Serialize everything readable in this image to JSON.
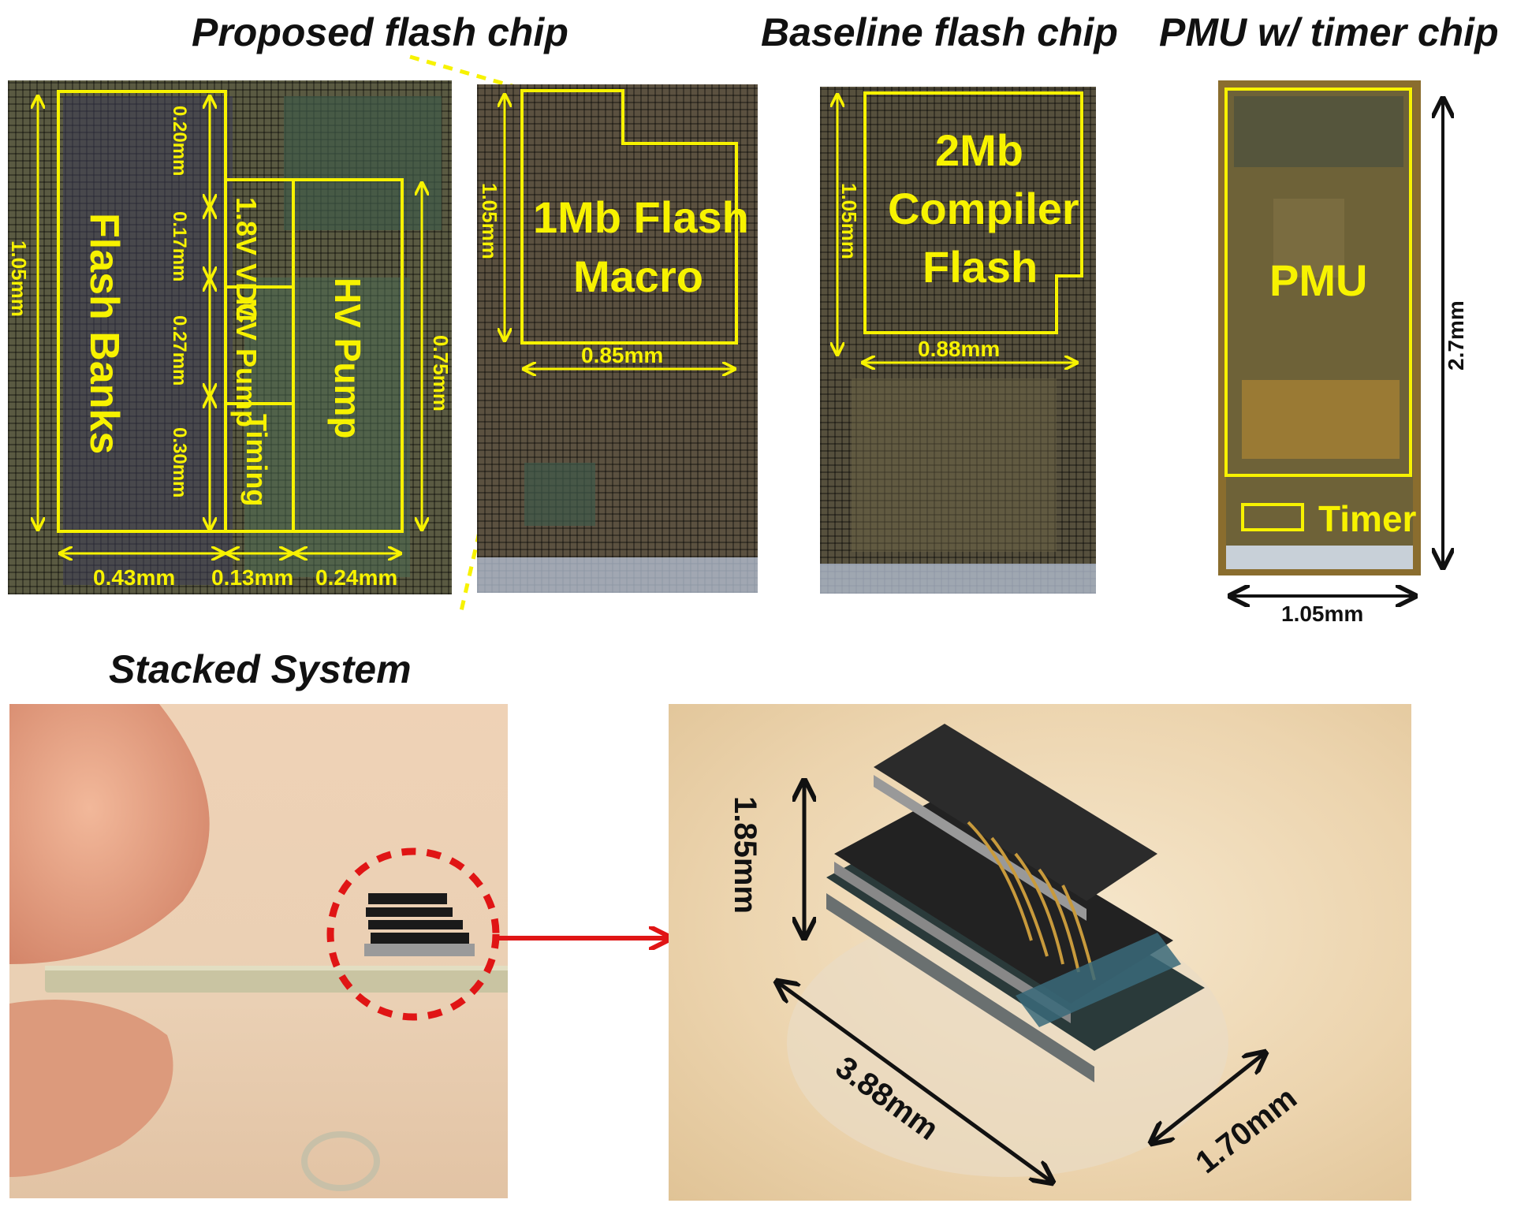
{
  "titles": {
    "proposed": "Proposed flash chip",
    "baseline": "Baseline flash chip",
    "pmu": "PMU w/ timer chip",
    "stacked": "Stacked System"
  },
  "proposed_layout": {
    "flash_banks": "Flash Banks",
    "vdc": "1.8V VDC",
    "mv_pump": "MV Pump",
    "timing": "Timing",
    "hv_pump": "HV Pump",
    "height": "1.05mm",
    "right_height": "0.75mm",
    "seg_1": "0.20mm",
    "seg_2": "0.17mm",
    "seg_3": "0.27mm",
    "seg_4": "0.30mm",
    "w_1": "0.43mm",
    "w_2": "0.13mm",
    "w_3": "0.24mm"
  },
  "proposed_zoom": {
    "macro_line1": "1Mb Flash",
    "macro_line2": "Macro",
    "height": "1.05mm",
    "width": "0.85mm"
  },
  "baseline": {
    "line1": "2Mb",
    "line2": "Compiler",
    "line3": "Flash",
    "height": "1.05mm",
    "width": "0.88mm"
  },
  "pmu_chip": {
    "pmu": "PMU",
    "timer": "Timer",
    "height": "2.7mm",
    "width": "1.05mm"
  },
  "stack": {
    "height": "1.85mm",
    "length": "3.88mm",
    "width": "1.70mm"
  },
  "colors": {
    "annotation": "#f7f200",
    "highlight": "#e01515"
  }
}
